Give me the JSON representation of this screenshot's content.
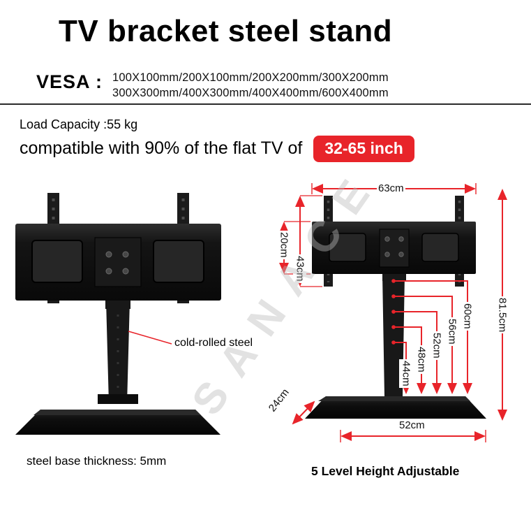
{
  "page": {
    "title": "TV bracket steel stand",
    "vesa_label": "VESA :",
    "vesa_line1": "100X100mm/200X100mm/200X200mm/300X200mm",
    "vesa_line2": "300X300mm/400X300mm/400X400mm/600X400mm",
    "load_capacity": "Load Capacity :55 kg",
    "compatibility": "compatible with 90% of the flat TV of",
    "size_badge": "32-65 inch",
    "watermark": "SANACE"
  },
  "annotations": {
    "cold_rolled_steel": "cold-rolled steel",
    "base_thickness": "steel base thickness: 5mm",
    "height_adjustable": "5 Level Height Adjustable"
  },
  "dimensions": {
    "width_top": "63cm",
    "panel_height": "20cm",
    "mount_height": "43cm",
    "h5": "60cm",
    "h4": "56cm",
    "h3": "52cm",
    "h2": "48cm",
    "h1": "44cm",
    "total_height": "81.5cm",
    "base_depth": "24cm",
    "base_width": "52cm"
  },
  "colors": {
    "accent_red": "#e8242a",
    "product_black": "#121212",
    "text": "#000000"
  }
}
